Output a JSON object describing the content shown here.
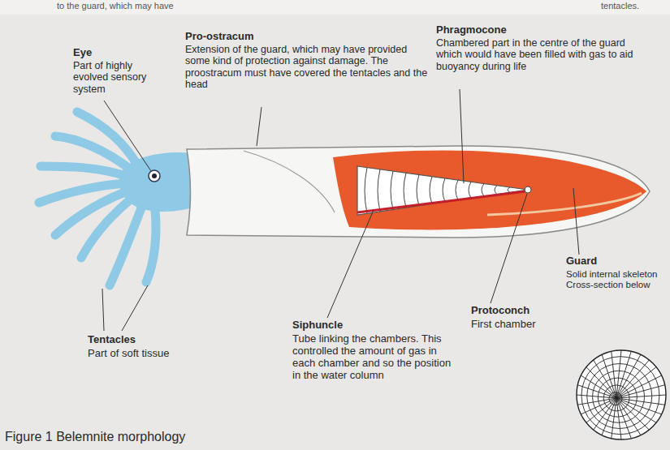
{
  "diagram": {
    "caption": "Figure 1 Belemnite morphology",
    "labels": [
      "to the guard, which may have",
      "tentacles.",
      "Eye",
      "Part of highly evolved sensory system",
      "Pro-ostracum",
      "Extension of the guard, which may have provided some kind of protection against damage. The proostracum must have covered the tentacles and the head",
      "Phragmocone",
      "Chambered part in the centre of the guard which would have been filled with gas to aid buoyancy during life",
      "Guard",
      "Solid internal skeleton Cross-section below",
      "Protoconch",
      "First chamber",
      "Siphuncle",
      "Tube linking the chambers. This controlled the amount of gas in each chamber and so the position in the water column",
      "Tentacles",
      "Part of soft tissue"
    ]
  }
}
